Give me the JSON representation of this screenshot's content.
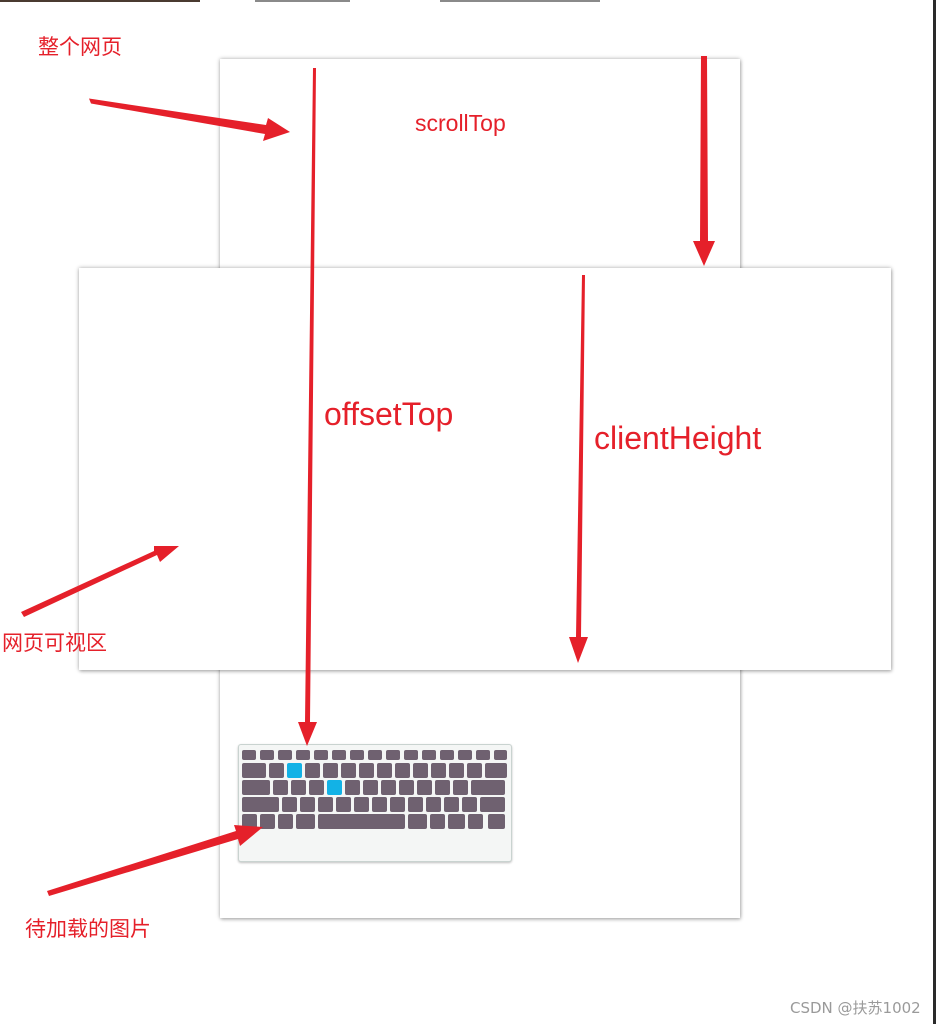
{
  "labels": {
    "whole_page": "整个网页",
    "viewport": "网页可视区",
    "image_to_load": "待加载的图片",
    "scroll_top": "scrollTop",
    "offset_top": "offsetTop",
    "client_height": "clientHeight"
  },
  "watermark": "CSDN @扶苏1002",
  "colors": {
    "annotation": "#e5202a",
    "key": "#6f6170",
    "key_highlight": "#12b2e6",
    "box_background": "#ffffff"
  },
  "icons": {
    "keyboard": "keyboard-icon"
  }
}
